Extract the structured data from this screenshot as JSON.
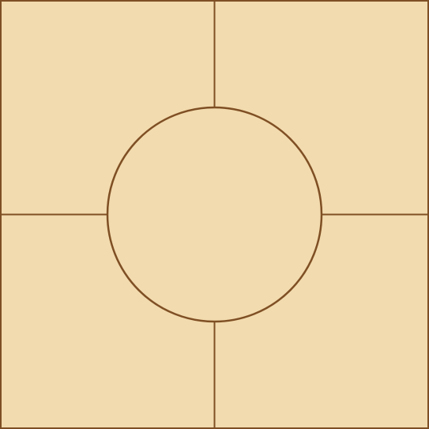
{
  "board": {
    "colors": {
      "background": "#F2DBAE",
      "line": "#7F4F24"
    },
    "regions": [
      {
        "id": "top-left-region",
        "name": "top-left"
      },
      {
        "id": "top-right-region",
        "name": "top-right"
      },
      {
        "id": "bottom-left-region",
        "name": "bottom-left"
      },
      {
        "id": "bottom-right-region",
        "name": "bottom-right"
      },
      {
        "id": "center-circle",
        "name": "center"
      }
    ]
  }
}
